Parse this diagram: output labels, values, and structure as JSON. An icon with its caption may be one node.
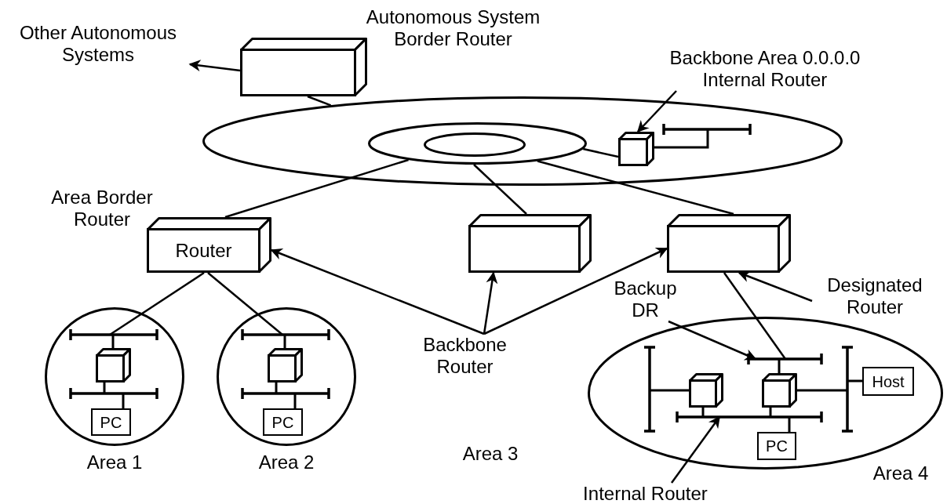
{
  "diagram": {
    "nodes": [
      {
        "text": [
          "Other Autonomous Systems"
        ]
      },
      {
        "text": [],
        "shape": "box",
        "beside": [
          "Autonomous System Border Router"
        ]
      },
      {
        "text": [],
        "shape": "ellipse"
      },
      {
        "text": [],
        "shape": "ellipse",
        "in": 2
      },
      {
        "text": [],
        "shape": "ellipse",
        "in": 3
      },
      {
        "text": [
          "Backbone Area 0.0.0.0 Internal Router"
        ]
      },
      {
        "text": [],
        "shape": "box",
        "in": 2
      },
      {
        "text": [
          "Router"
        ],
        "beside": [
          "Area Border Router"
        ]
      },
      {
        "text": [],
        "shape": "box"
      },
      {
        "text": [],
        "shape": "box"
      },
      {
        "text": [
          "Backbone Router"
        ]
      },
      {
        "text": [
          "Designated Router"
        ]
      },
      {
        "text": [
          "Backup DR"
        ]
      },
      {
        "text": [],
        "shape": "circle",
        "beside": [
          "Area 1"
        ]
      },
      {
        "text": [],
        "shape": "box",
        "in": 13
      },
      {
        "text": [
          "PC"
        ],
        "in": 13
      },
      {
        "text": [],
        "shape": "circle",
        "beside": [
          "Area 2"
        ]
      },
      {
        "text": [],
        "shape": "box",
        "in": 16
      },
      {
        "text": [
          "PC"
        ],
        "in": 16
      },
      {
        "text": [],
        "shape": "ellipse",
        "beside": [
          "Area 4"
        ]
      },
      {
        "text": [],
        "shape": "box",
        "in": 19
      },
      {
        "text": [],
        "shape": "box",
        "in": 19
      },
      {
        "text": [
          "Host"
        ],
        "in": 19
      },
      {
        "text": [
          "PC"
        ],
        "in": 19
      },
      {
        "text": [
          "Internal Router"
        ]
      },
      {
        "text": [],
        "shape": "bar",
        "in": 13
      },
      {
        "text": [],
        "shape": "bar",
        "in": 13
      },
      {
        "text": [],
        "shape": "bar",
        "in": 16
      },
      {
        "text": [],
        "shape": "bar",
        "in": 16
      },
      {
        "text": [],
        "shape": "bar",
        "in": 2
      },
      {
        "text": [],
        "shape": "bar",
        "in": 19
      },
      {
        "text": [],
        "shape": "bar",
        "in": 19
      },
      {
        "text": [],
        "shape": "bar",
        "in": 19
      },
      {
        "text": [],
        "shape": "bar",
        "in": 19
      }
    ],
    "edges": [
      {
        "from": 1,
        "to": 0,
        "arrow": "to"
      },
      {
        "from": 1,
        "to": 2,
        "arrow": "none"
      },
      {
        "from": 5,
        "to": 6,
        "arrow": "to"
      },
      {
        "from": 6,
        "to": 3,
        "arrow": "none"
      },
      {
        "from": 7,
        "to": 3,
        "arrow": "none"
      },
      {
        "from": 8,
        "to": 3,
        "arrow": "none"
      },
      {
        "from": 9,
        "to": 3,
        "arrow": "none"
      },
      {
        "from": 10,
        "to": 7,
        "arrow": "to"
      },
      {
        "from": 10,
        "to": 8,
        "arrow": "to"
      },
      {
        "from": 10,
        "to": 9,
        "arrow": "to"
      },
      {
        "from": 11,
        "to": 9,
        "arrow": "to"
      },
      {
        "from": 12,
        "to": 30,
        "arrow": "to"
      },
      {
        "from": 24,
        "to": 32,
        "arrow": "to"
      },
      {
        "from": 7,
        "to": 25,
        "arrow": "none"
      },
      {
        "from": 7,
        "to": 27,
        "arrow": "none"
      },
      {
        "from": 9,
        "to": 30,
        "arrow": "none"
      },
      {
        "from": 25,
        "to": 14,
        "arrow": "none"
      },
      {
        "from": 14,
        "to": 26,
        "arrow": "none"
      },
      {
        "from": 26,
        "to": 15,
        "arrow": "none"
      },
      {
        "from": 27,
        "to": 17,
        "arrow": "none"
      },
      {
        "from": 17,
        "to": 28,
        "arrow": "none"
      },
      {
        "from": 28,
        "to": 18,
        "arrow": "none"
      },
      {
        "from": 6,
        "to": 29,
        "arrow": "none"
      },
      {
        "from": 31,
        "to": 20,
        "arrow": "none"
      },
      {
        "from": 20,
        "to": 32,
        "arrow": "none"
      },
      {
        "from": 21,
        "to": 32,
        "arrow": "none"
      },
      {
        "from": 30,
        "to": 21,
        "arrow": "none"
      },
      {
        "from": 21,
        "to": 33,
        "arrow": "none"
      },
      {
        "from": 33,
        "to": 22,
        "arrow": "none"
      },
      {
        "from": 32,
        "to": 23,
        "arrow": "none"
      }
    ],
    "labels": [
      "Area 3"
    ]
  }
}
